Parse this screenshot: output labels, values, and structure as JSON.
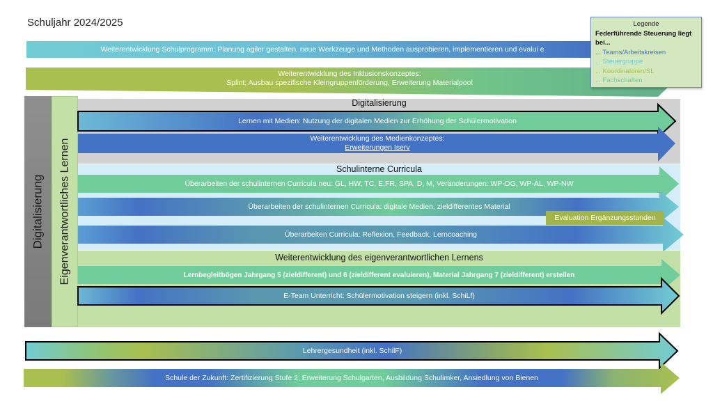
{
  "title": "Schuljahr 2024/2025",
  "colors": {
    "team_blue": "#4472c4",
    "steuergruppe_cyan": "#72ccd4",
    "koordinatoren_olive": "#a9bf4f",
    "fachschaften_green": "#70cc9a",
    "digital_gray": "#d1d1d1",
    "curricula_lightblue": "#d5edf9",
    "eigen_lightgreen": "#c3e0a6",
    "sidebar_gray": "#8d8d8d"
  },
  "legend": {
    "title": "Legende",
    "heading": "Federführende Steuerung liegt bei...",
    "items": [
      {
        "label": "... Teams/Arbeitskreisen",
        "color": "#4472c4"
      },
      {
        "label": "... Steuergruppe",
        "color": "#72ccd4"
      },
      {
        "label": "... Koordinatoren/SL",
        "color": "#a9bf4f"
      },
      {
        "label": "... Fachschaften",
        "color": "#70cc9a"
      }
    ]
  },
  "top_bars": [
    {
      "label": "Weiterentwicklung Schulprogramm: Planung agiler gestalten, neue Werkzeuge und Methoden ausprobieren, implementieren und evalui e"
    },
    {
      "line1": "Weiterentwicklung des Inklusionskonzeptes:",
      "line2": "Splint; Ausbau spezifische Kleingruppenförderung, Erweiterung Materialpool"
    }
  ],
  "side_labels": {
    "outer": "Digitalisierung",
    "inner": "Eigenverantwortliches Lernen"
  },
  "sections": [
    {
      "title": "Digitalisierung",
      "bars": [
        {
          "label": "Lernen mit Medien: Nutzung der digitalen Medien zur Erhöhung der Schülermotivation"
        },
        {
          "line1": "Weiterentwicklung des Medienkonzeptes:",
          "line2": "Erweiterungen Iserv"
        }
      ]
    },
    {
      "title": "Schulinterne Curricula",
      "bars": [
        {
          "label": "Überarbeiten der schulinternen Curricula neu: GL, HW, TC, E,FR, SPA, D, M, Veränderungen: WP-DG, WP-AL, WP-NW"
        },
        {
          "label": "Überarbeiten der schulinternen Curricula: digitale Medien, zieldifferentes Material"
        },
        {
          "label": "Überarbeiten Curricula: Reflexion, Feedback, Lerncoaching"
        }
      ],
      "badge": "Evaluation Ergänzungsstunden"
    },
    {
      "title": "Weiterentwicklung des eigenverantwortlichen Lernens",
      "bars": [
        {
          "label": "Lernbegleitbögen  Jahrgang 5 (zieldifferent) und 6 (zieldifferent evaluieren), Material Jahrgang 7 (zieldifferent) erstellen"
        },
        {
          "label": "E-Team Unterricht: Schülermotivation steigern (inkl. SchiLf)"
        }
      ]
    }
  ],
  "bottom_bars": [
    {
      "label": "Lehrergesundheit (inkl. SchilF)"
    },
    {
      "label": "Schule der Zukunft: Zertifizierung Stufe 2, Erweiterung Schulgarten, Ausbildung Schulimker, Ansiedlung von Bienen"
    }
  ]
}
